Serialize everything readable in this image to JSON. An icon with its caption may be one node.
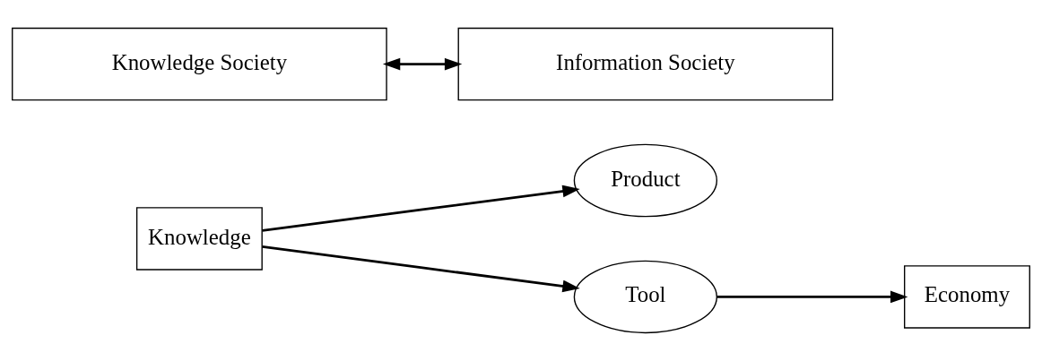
{
  "diagram": {
    "nodes": [
      {
        "text": [
          "Knowledge"
        ]
      },
      {
        "text": [
          "Product"
        ]
      },
      {
        "text": [
          "Tool"
        ]
      },
      {
        "text": [
          "Economy"
        ]
      },
      {
        "text": [
          "Knowledge Society"
        ]
      },
      {
        "text": [
          "Information Society"
        ]
      }
    ],
    "edges": [
      {
        "from": 0,
        "to": 1,
        "arrow": "to"
      },
      {
        "from": 0,
        "to": 2,
        "arrow": "to"
      },
      {
        "from": 2,
        "to": 3,
        "arrow": "to"
      },
      {
        "from": 4,
        "to": 5,
        "arrow": "both"
      }
    ]
  }
}
